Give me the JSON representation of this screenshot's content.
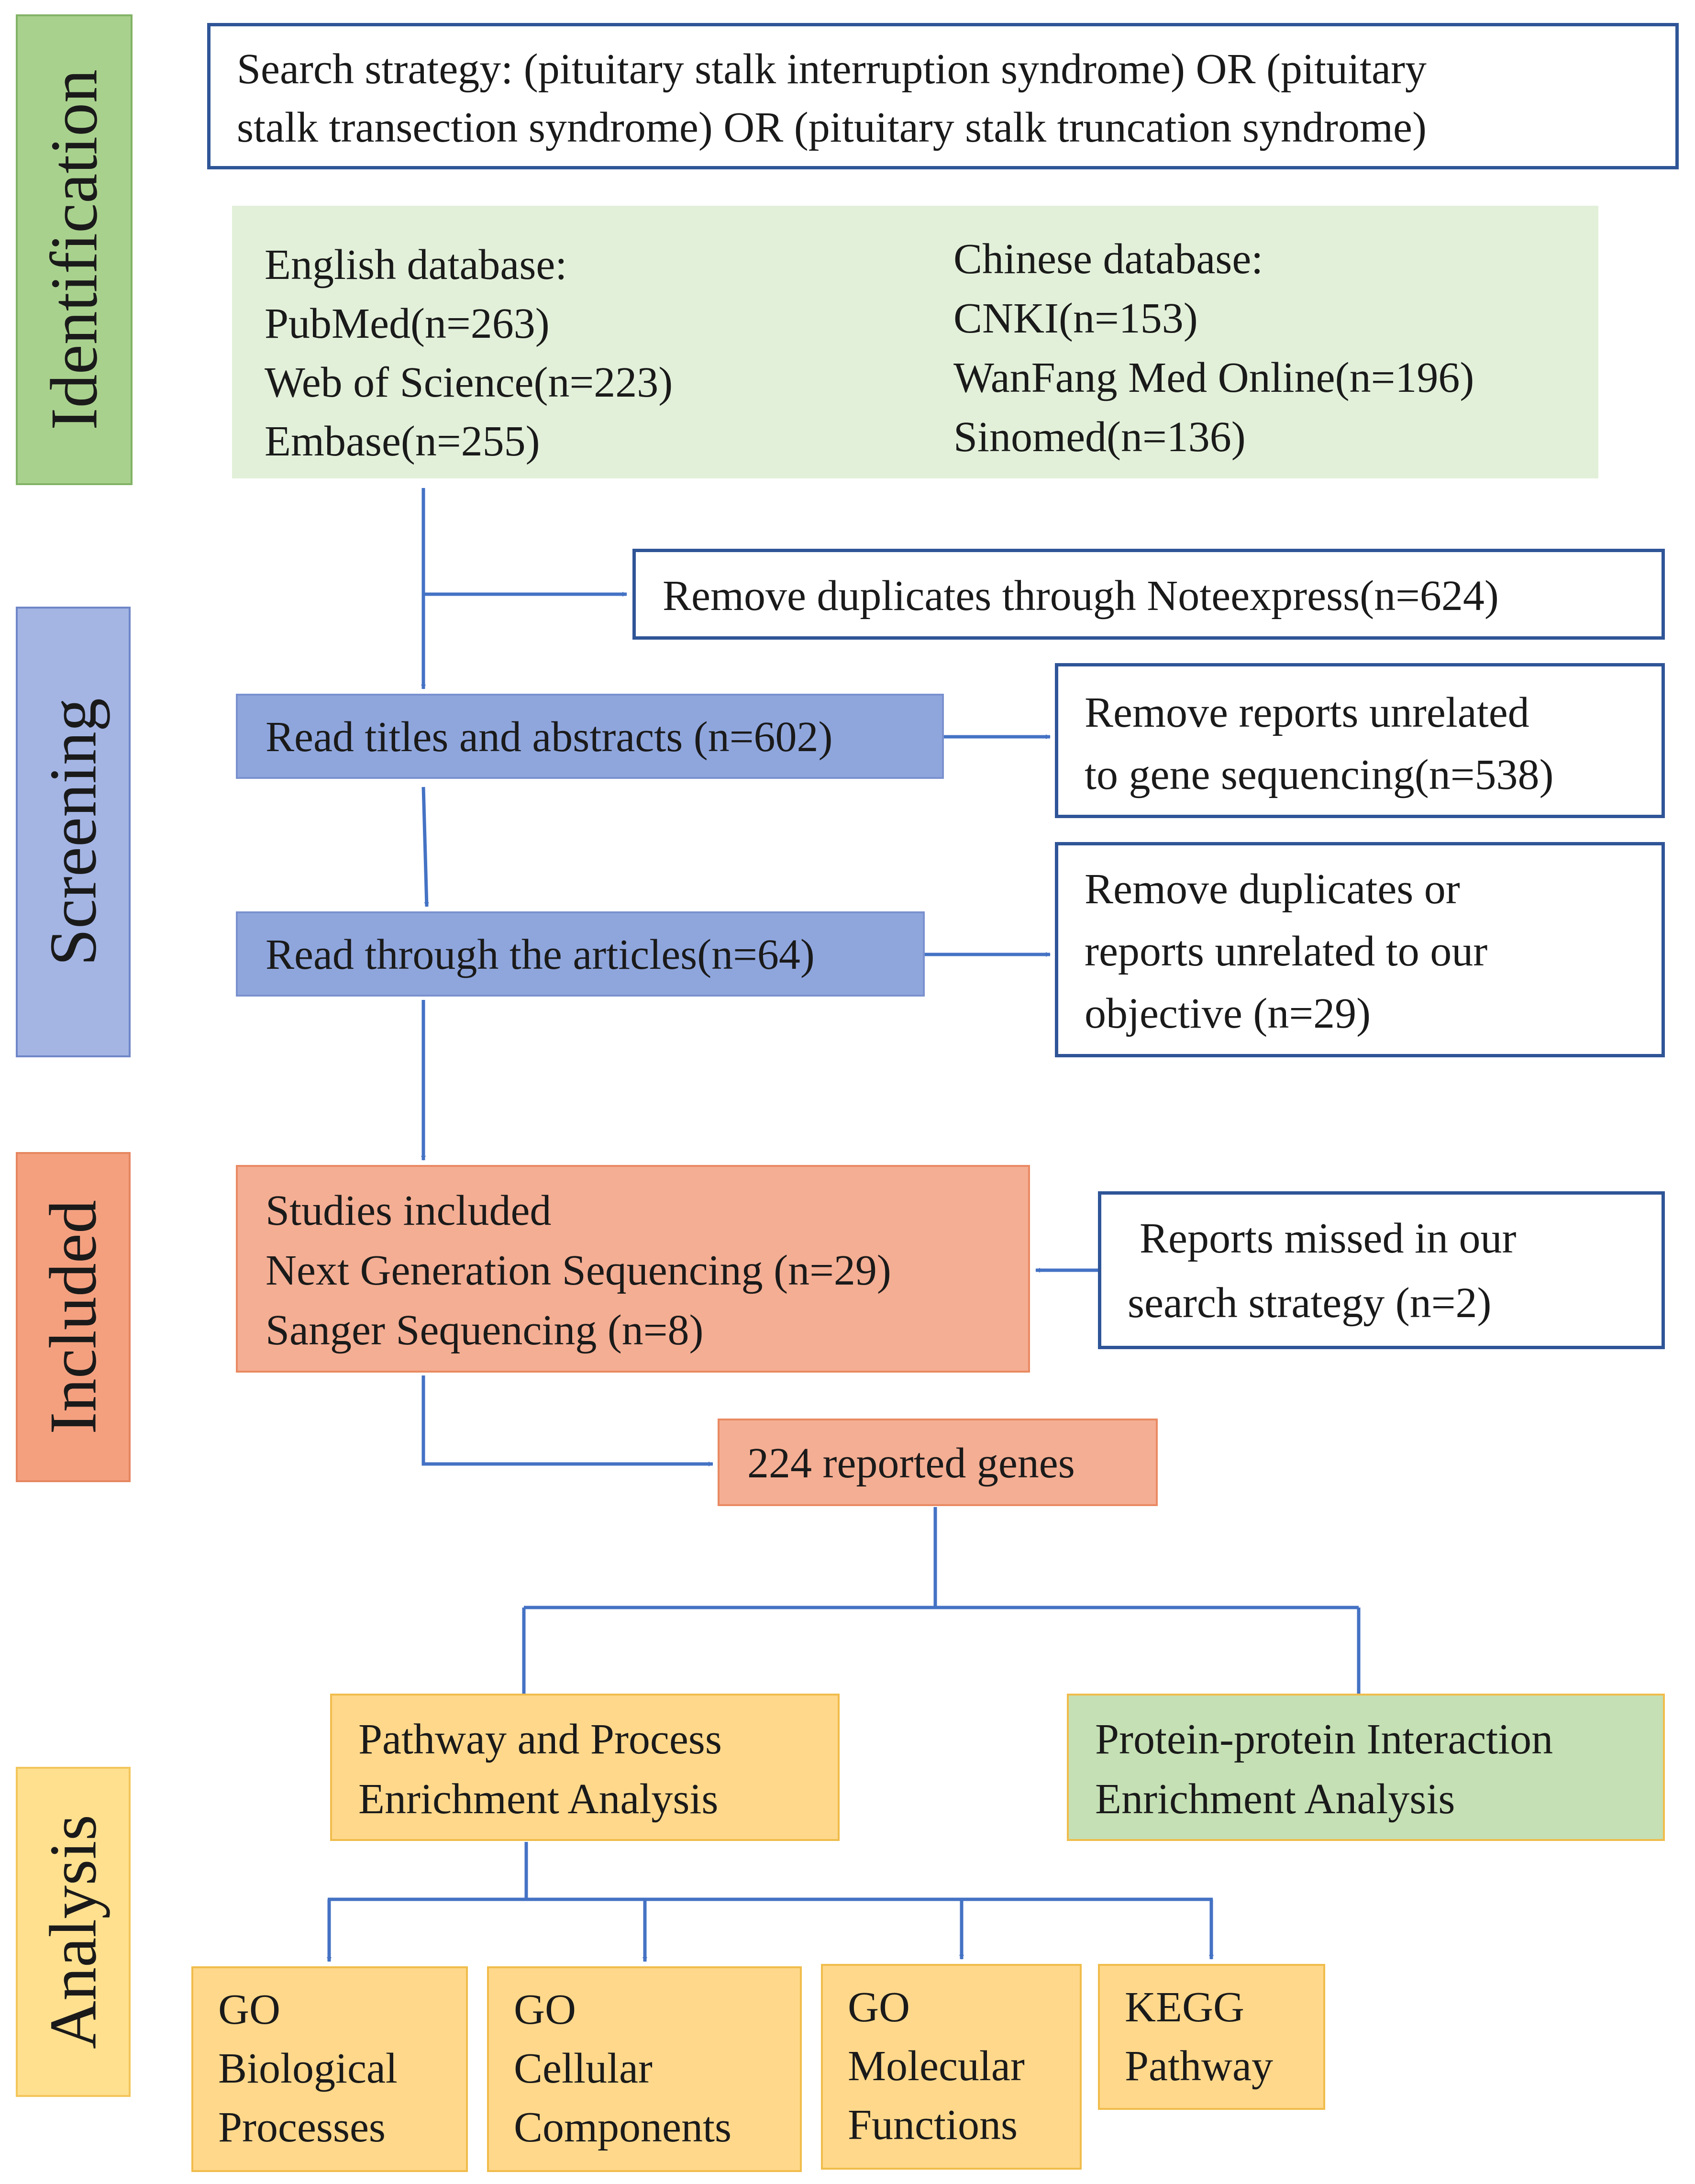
{
  "stages": {
    "identification": "Identification",
    "screening": "Screening",
    "included": "Included",
    "analysis": "Analysis"
  },
  "search": {
    "line1": "Search strategy: (pituitary stalk interruption syndrome) OR (pituitary",
    "line2": "stalk transection syndrome) OR (pituitary stalk truncation syndrome)"
  },
  "databases": {
    "english": {
      "heading": "English database:",
      "items": [
        "PubMed(n=263)",
        "Web of Science(n=223)",
        "Embase(n=255)"
      ]
    },
    "chinese": {
      "heading": "Chinese database:",
      "items": [
        "CNKI(n=153)",
        "WanFang Med Online(n=196)",
        "Sinomed(n=136)"
      ]
    }
  },
  "remove_dup": "Remove duplicates through Noteexpress(n=624)",
  "read_titles": "Read titles and abstracts (n=602)",
  "remove_unrelated": {
    "line1": "Remove reports unrelated",
    "line2": "to gene sequencing(n=538)"
  },
  "read_articles": "Read through the articles(n=64)",
  "remove_dup_or": {
    "line1": "Remove duplicates or",
    "line2": "reports unrelated to our",
    "line3": "objective (n=29)"
  },
  "studies": {
    "line1": "Studies included",
    "line2": "Next Generation Sequencing (n=29)",
    "line3": "Sanger Sequencing (n=8)"
  },
  "missed": {
    "line1": "Reports missed in our",
    "line2": "search strategy (n=2)"
  },
  "genes": "224 reported genes",
  "pathway": {
    "line1": "Pathway and Process",
    "line2": "Enrichment Analysis"
  },
  "ppi": {
    "line1": "Protein-protein Interaction",
    "line2": "Enrichment Analysis"
  },
  "go_bp": {
    "line1": "GO",
    "line2": "Biological",
    "line3": "Processes"
  },
  "go_cc": {
    "line1": "GO",
    "line2": "Cellular",
    "line3": "Components"
  },
  "go_mf": {
    "line1": "GO",
    "line2": "Molecular",
    "line3": "Functions"
  },
  "kegg": {
    "line1": "KEGG",
    "line2": "Pathway"
  },
  "colors": {
    "arrow": "#4472c4",
    "identification": "#a9d18e",
    "screening": "#a4b5e4",
    "included": "#f4a07f",
    "analysis": "#ffe08f"
  }
}
